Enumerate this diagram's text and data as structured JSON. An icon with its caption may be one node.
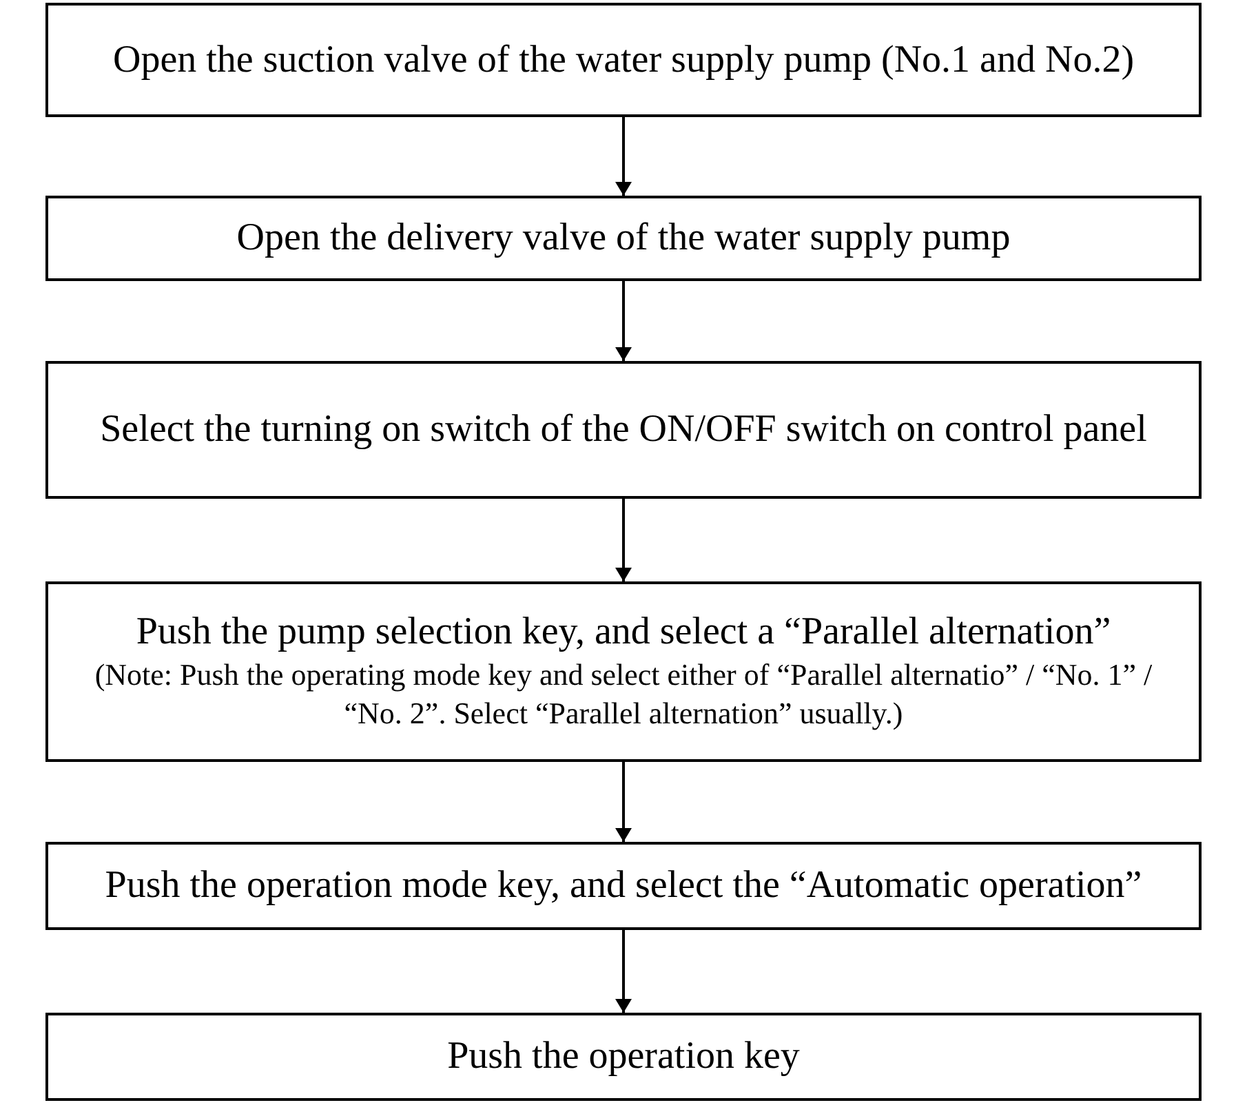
{
  "diagram": {
    "nodes": [
      {
        "text": [
          "Open the suction valve of the water supply pump (No.1 and No.2)"
        ]
      },
      {
        "text": [
          "Open the delivery valve of the water supply pump"
        ]
      },
      {
        "text": [
          "Select the turning on switch of the ON/OFF switch on control panel"
        ]
      },
      {
        "text": [
          "Push the pump selection key, and select a “Parallel alternation”",
          "(Note: Push the operating mode key and select either of “Parallel alternatio” / “No. 1” / “No. 2”. Select “Parallel alternation” usually.)"
        ]
      },
      {
        "text": [
          "Push the operation mode key, and select the “Automatic operation”"
        ]
      },
      {
        "text": [
          "Push the operation key"
        ]
      }
    ],
    "edges": [
      {
        "from": 0,
        "to": 1,
        "arrow": "to"
      },
      {
        "from": 1,
        "to": 2,
        "arrow": "to"
      },
      {
        "from": 2,
        "to": 3,
        "arrow": "to"
      },
      {
        "from": 3,
        "to": 4,
        "arrow": "to"
      },
      {
        "from": 4,
        "to": 5,
        "arrow": "to"
      }
    ]
  }
}
